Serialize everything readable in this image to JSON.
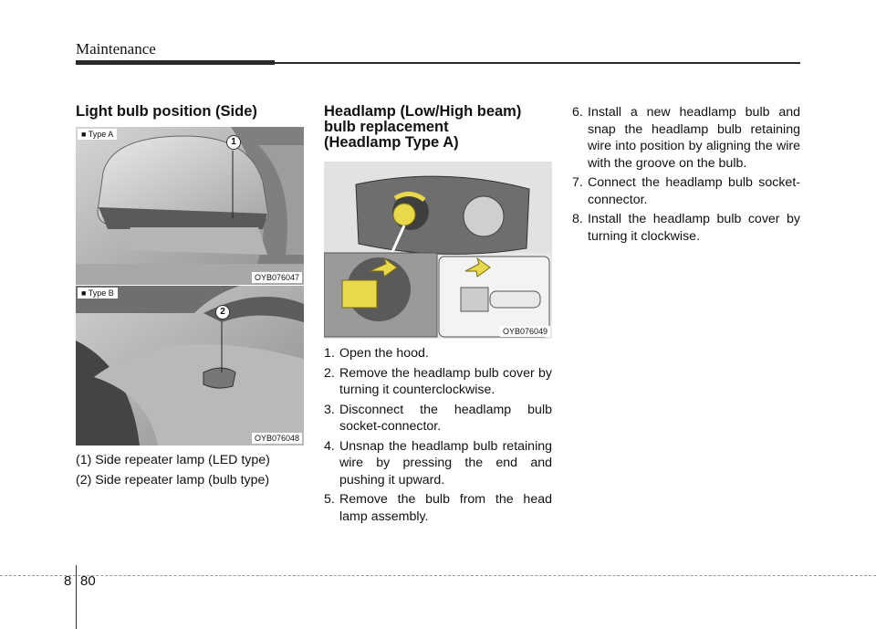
{
  "header": {
    "title": "Maintenance"
  },
  "left": {
    "heading": "Light bulb position (Side)",
    "figure_a": {
      "tag": "■ Type A",
      "code": "OYB076047",
      "callout": "1"
    },
    "figure_b": {
      "tag": "■ Type B",
      "code": "OYB076048",
      "callout": "2"
    },
    "captions": [
      "(1) Side repeater lamp (LED type)",
      "(2) Side repeater lamp (bulb type)"
    ]
  },
  "middle": {
    "heading_lines": [
      "Headlamp (Low/High beam)",
      "bulb replacement",
      "(Headlamp Type A)"
    ],
    "figure": {
      "code": "OYB076049"
    },
    "steps": [
      {
        "num": "1.",
        "text": "Open the hood."
      },
      {
        "num": "2.",
        "text": "Remove the headlamp bulb cover by turning it counterclockwise."
      },
      {
        "num": "3.",
        "text": "Disconnect the headlamp bulb socket-connector."
      },
      {
        "num": "4.",
        "text": "Unsnap the headlamp bulb retaining wire by pressing the end and pushing it upward."
      },
      {
        "num": "5.",
        "text": "Remove the bulb from the head lamp assembly."
      }
    ]
  },
  "right": {
    "steps": [
      {
        "num": "6.",
        "text": "Install a new headlamp bulb and snap the headlamp bulb retaining wire into position by aligning the wire with the groove on the bulb."
      },
      {
        "num": "7.",
        "text": "Connect the headlamp bulb socket-connector."
      },
      {
        "num": "8.",
        "text": "Install the headlamp bulb cover by turning it clockwise."
      }
    ]
  },
  "footer": {
    "section": "8",
    "page": "80"
  },
  "colors": {
    "accent_yellow": "#e8d84a",
    "rule": "#2a2a2a",
    "image_gray": "#c9c9c9"
  }
}
